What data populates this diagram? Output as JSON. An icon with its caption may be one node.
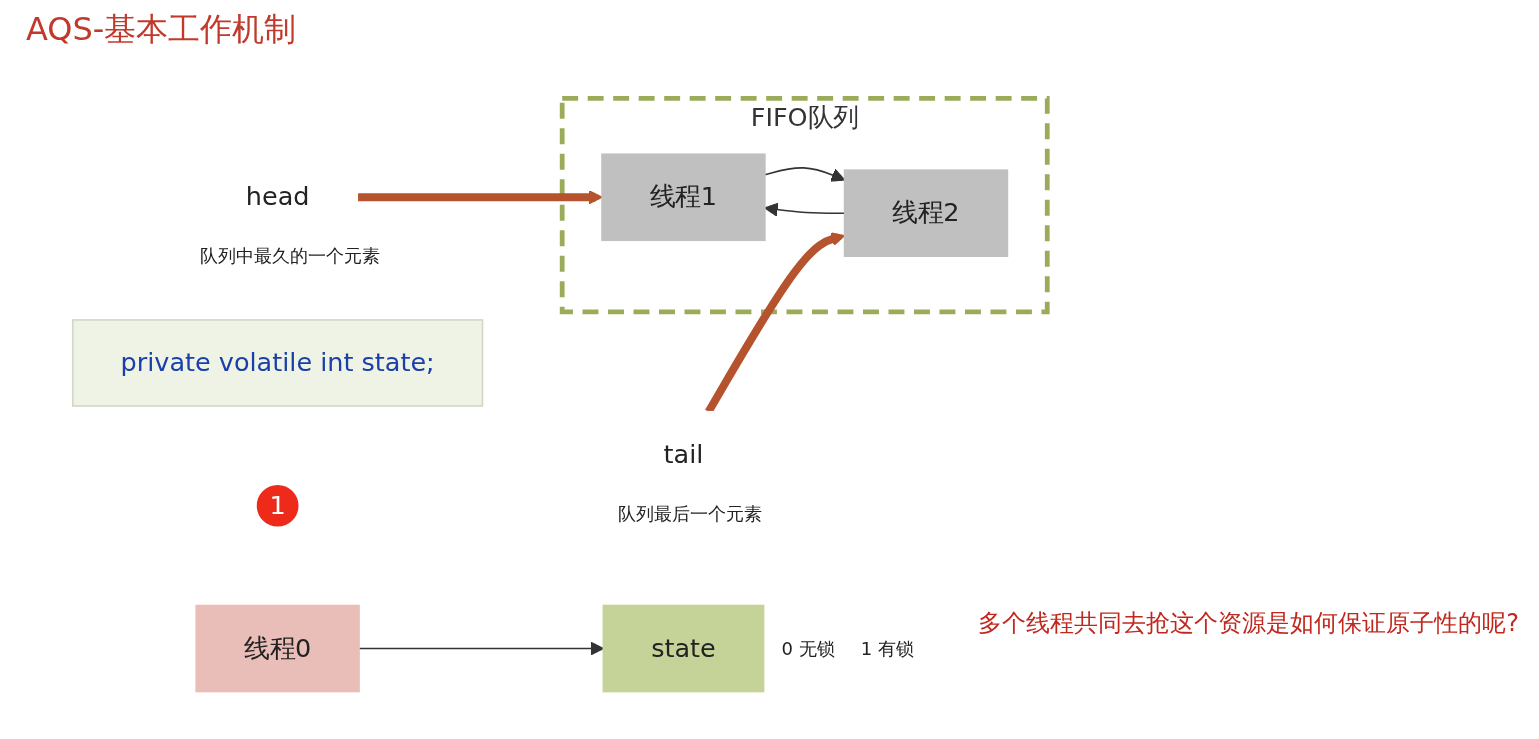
{
  "diagram": {
    "title": "AQS-基本工作机制",
    "nodes": [
      {
        "text": [
          "线程0"
        ]
      },
      {
        "text": [
          "state"
        ],
        "beside": [
          "0 无锁",
          "1 有锁"
        ]
      },
      {
        "text": [
          "private volatile int state;"
        ]
      },
      {
        "text": [
          "1"
        ]
      },
      {
        "text": [
          "FIFO队列"
        ]
      },
      {
        "text": [
          "线程1"
        ],
        "in": 4
      },
      {
        "text": [
          "线程2"
        ],
        "in": 4
      },
      {
        "text": [
          "head"
        ],
        "beside": [
          "队列中最久的一个元素"
        ]
      },
      {
        "text": [
          "tail"
        ],
        "beside": [
          "队列最后一个元素"
        ]
      }
    ],
    "edges": [
      {
        "from": 0,
        "to": 1,
        "arrow": "to"
      },
      {
        "from": 5,
        "to": 6,
        "arrow": "to"
      },
      {
        "from": 6,
        "to": 5,
        "arrow": "to"
      },
      {
        "from": 7,
        "to": 5,
        "arrow": "to",
        "style": "thick",
        "color": "#b5532f"
      },
      {
        "from": 8,
        "to": 6,
        "arrow": "to",
        "style": "thick",
        "color": "#b5532f"
      }
    ],
    "labels": [
      "多个线程共同去抢这个资源是如何保证原子性的呢?"
    ]
  }
}
